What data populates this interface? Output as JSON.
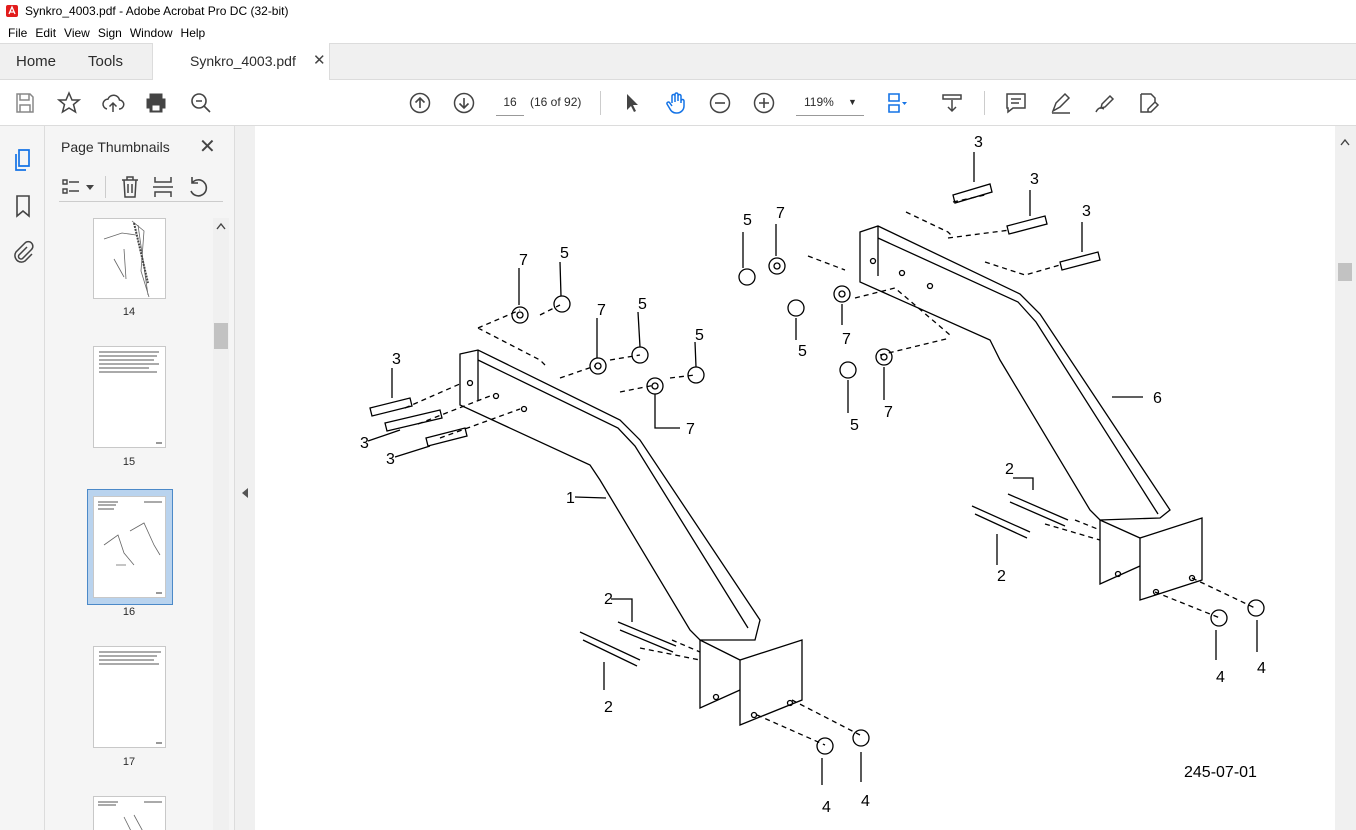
{
  "window": {
    "title": "Synkro_4003.pdf - Adobe Acrobat Pro DC (32-bit)"
  },
  "menu": [
    "File",
    "Edit",
    "View",
    "Sign",
    "Window",
    "Help"
  ],
  "tabs": {
    "home": "Home",
    "tools": "Tools",
    "document": "Synkro_4003.pdf"
  },
  "toolbar": {
    "page_number": "16",
    "page_count": "(16 of 92)",
    "zoom": "119%"
  },
  "thumbnails": {
    "title": "Page Thumbnails",
    "pages": [
      {
        "label": "14"
      },
      {
        "label": "15"
      },
      {
        "label": "16",
        "selected": true
      },
      {
        "label": "17"
      }
    ]
  },
  "drawing": {
    "figure_code": "245-07-01",
    "callouts": [
      "1",
      "2",
      "3",
      "4",
      "5",
      "6",
      "7"
    ]
  }
}
